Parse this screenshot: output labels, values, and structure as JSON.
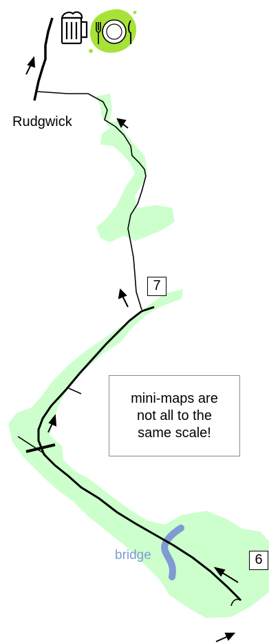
{
  "labels": {
    "place": "Rudgwick",
    "bridge": "bridge"
  },
  "waypoints": {
    "upper": "7",
    "lower": "6"
  },
  "note": {
    "line1": "mini-maps are",
    "line2": "not all to the",
    "line3": "same scale!"
  },
  "icons": {
    "pub": "beer-mug-icon",
    "food": "plate-cutlery-icon"
  },
  "colors": {
    "woodland": "#ccffcc",
    "bridge": "#7f9bd2",
    "food_badge": "#a6e23a",
    "route": "#000000"
  }
}
